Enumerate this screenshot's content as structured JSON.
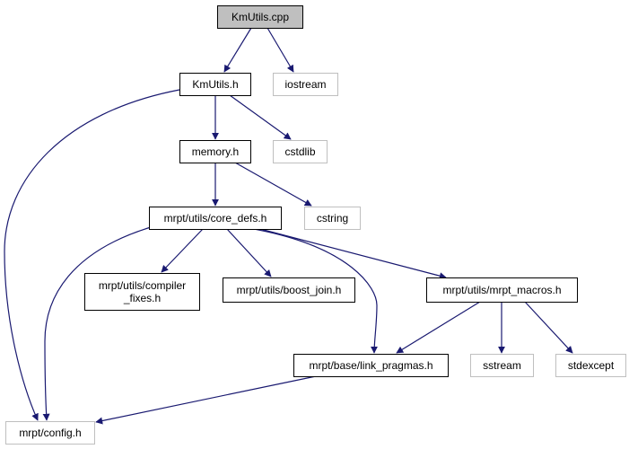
{
  "graph": {
    "nodes": {
      "kmutils_cpp": "KmUtils.cpp",
      "kmutils_h": "KmUtils.h",
      "iostream": "iostream",
      "memory_h": "memory.h",
      "cstdlib": "cstdlib",
      "core_defs": "mrpt/utils/core_defs.h",
      "cstring": "cstring",
      "compiler_fixes_1": "mrpt/utils/compiler",
      "compiler_fixes_2": "_fixes.h",
      "boost_join": "mrpt/utils/boost_join.h",
      "mrpt_macros": "mrpt/utils/mrpt_macros.h",
      "link_pragmas": "mrpt/base/link_pragmas.h",
      "sstream": "sstream",
      "stdexcept": "stdexcept",
      "config_h": "mrpt/config.h"
    },
    "edges": [
      [
        "KmUtils.cpp",
        "KmUtils.h"
      ],
      [
        "KmUtils.cpp",
        "iostream"
      ],
      [
        "KmUtils.h",
        "memory.h"
      ],
      [
        "KmUtils.h",
        "cstdlib"
      ],
      [
        "KmUtils.h",
        "mrpt/config.h"
      ],
      [
        "memory.h",
        "mrpt/utils/core_defs.h"
      ],
      [
        "memory.h",
        "cstring"
      ],
      [
        "mrpt/utils/core_defs.h",
        "mrpt/utils/compiler_fixes.h"
      ],
      [
        "mrpt/utils/core_defs.h",
        "mrpt/utils/boost_join.h"
      ],
      [
        "mrpt/utils/core_defs.h",
        "mrpt/utils/mrpt_macros.h"
      ],
      [
        "mrpt/utils/core_defs.h",
        "mrpt/base/link_pragmas.h"
      ],
      [
        "mrpt/utils/core_defs.h",
        "mrpt/config.h"
      ],
      [
        "mrpt/utils/mrpt_macros.h",
        "mrpt/base/link_pragmas.h"
      ],
      [
        "mrpt/utils/mrpt_macros.h",
        "sstream"
      ],
      [
        "mrpt/utils/mrpt_macros.h",
        "stdexcept"
      ],
      [
        "mrpt/base/link_pragmas.h",
        "mrpt/config.h"
      ]
    ],
    "colors": {
      "edge": "#191970",
      "root_fill": "#bfbfbf",
      "external_border": "#bfbfbf"
    }
  }
}
